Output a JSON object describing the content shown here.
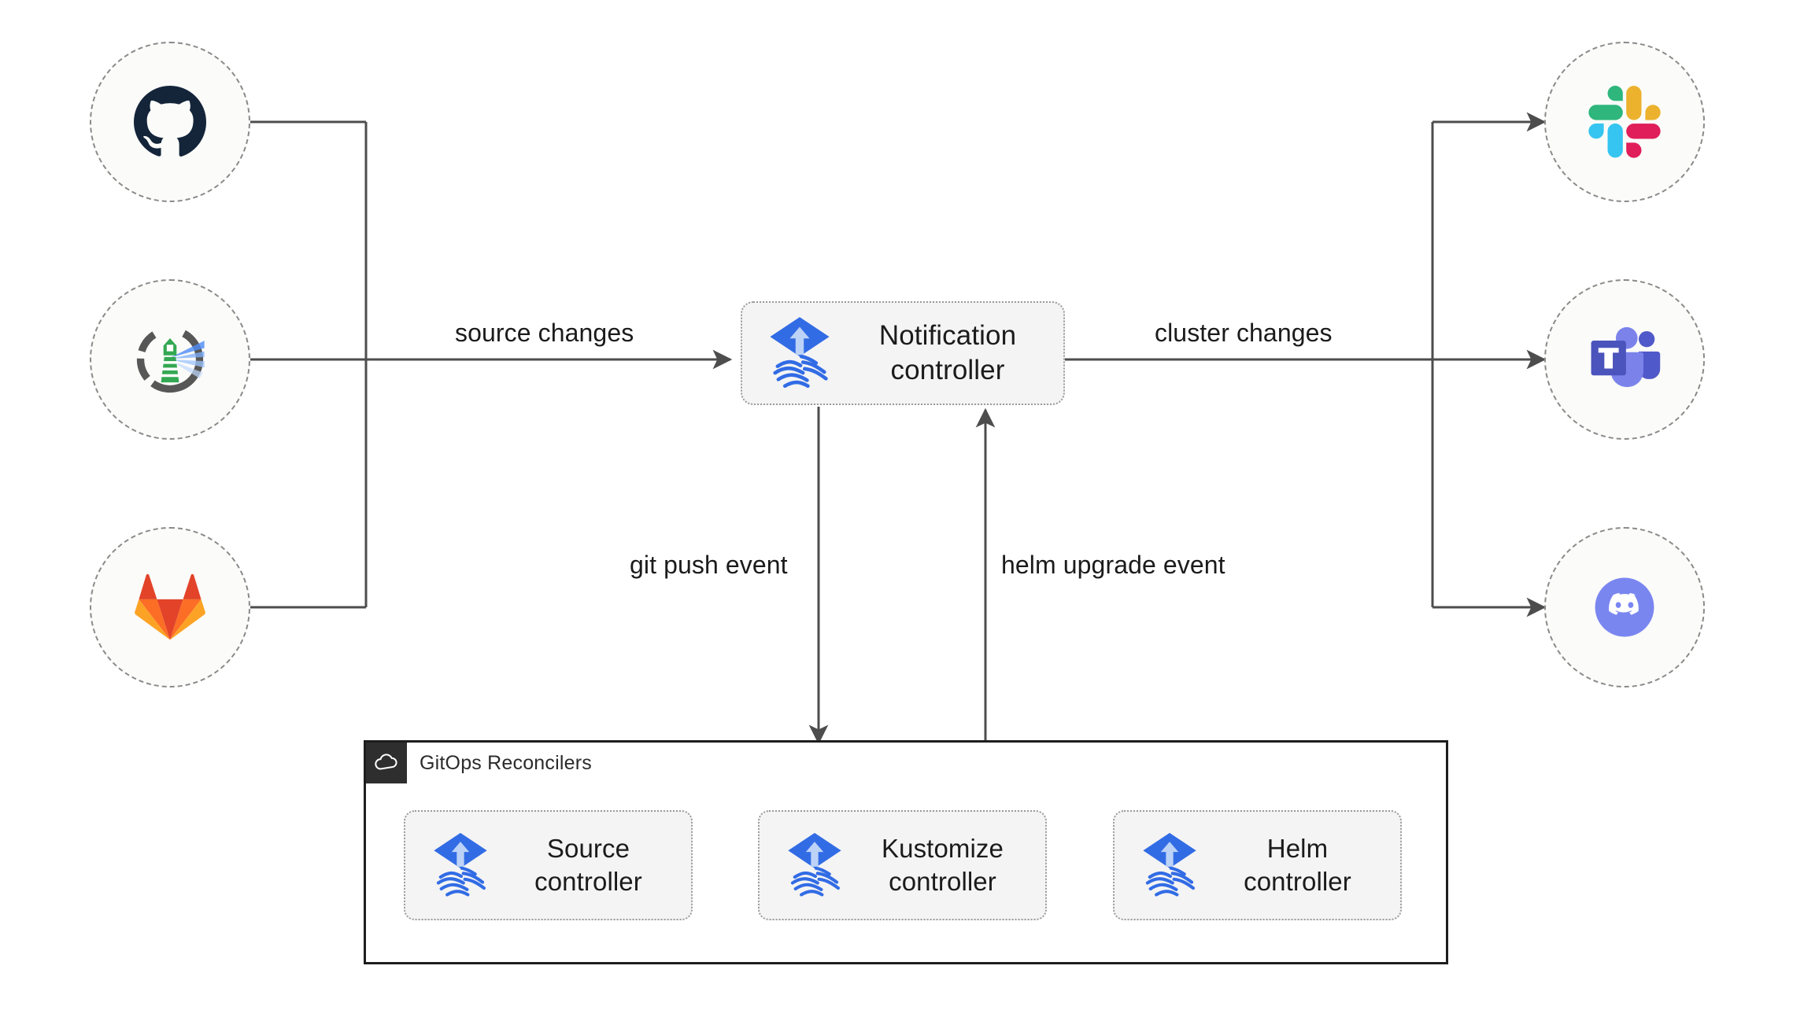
{
  "diagram": {
    "title": "Flux notification architecture",
    "type": "flow-diagram",
    "colors": {
      "edge": "#4d4d4d",
      "node_border": "#8a8a8a",
      "box_fill": "#f4f4f4",
      "group_border": "#1e1e1e",
      "group_badge": "#2e2e2e",
      "flux_blue": "#326ce5",
      "github_dark": "#14253a",
      "gitlab_orange": "#e24329",
      "slack_blue": "#36c5f0",
      "teams_purple": "#5059c9",
      "discord_blurple": "#7a86f0"
    }
  },
  "sources": [
    {
      "id": "github",
      "name": "GitHub",
      "icon": "github-icon"
    },
    {
      "id": "flux-lighthouse",
      "name": "Flux Source",
      "icon": "lighthouse-icon"
    },
    {
      "id": "gitlab",
      "name": "GitLab",
      "icon": "gitlab-icon"
    }
  ],
  "notification": {
    "label": "Notification\ncontroller",
    "icon": "flux-logo-icon"
  },
  "providers": [
    {
      "id": "slack",
      "name": "Slack",
      "icon": "slack-icon"
    },
    {
      "id": "teams",
      "name": "Microsoft Teams",
      "icon": "teams-icon"
    },
    {
      "id": "discord",
      "name": "Discord",
      "icon": "discord-icon"
    }
  ],
  "group": {
    "title": "GitOps Reconcilers",
    "badge_icon": "cloud-icon",
    "controllers": [
      {
        "id": "source",
        "label": "Source\ncontroller",
        "icon": "flux-logo-icon"
      },
      {
        "id": "kustomize",
        "label": "Kustomize\ncontroller",
        "icon": "flux-logo-icon"
      },
      {
        "id": "helm",
        "label": "Helm\ncontroller",
        "icon": "flux-logo-icon"
      }
    ]
  },
  "edges": {
    "source_changes": "source changes",
    "cluster_changes": "cluster changes",
    "git_push_event": "git push event",
    "helm_upgrade_event": "helm upgrade event"
  }
}
